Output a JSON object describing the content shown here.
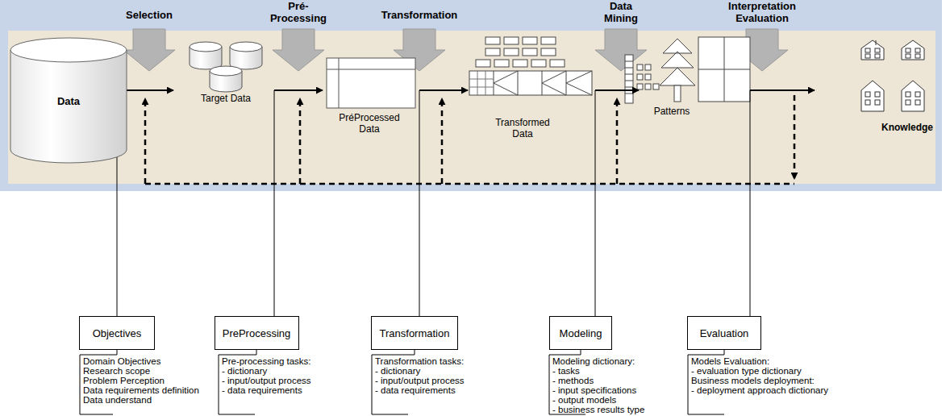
{
  "diagram": {
    "nodes": [
      {
        "text": [
          "Data"
        ]
      },
      {
        "text": [
          "Objectives"
        ]
      },
      {
        "text": [
          "PreProcessing"
        ]
      },
      {
        "text": [
          "Transformation"
        ]
      },
      {
        "text": [
          "Modeling"
        ]
      },
      {
        "text": [
          "Evaluation"
        ]
      }
    ],
    "labels": [
      "Selection",
      "Pré- Processing",
      "Transformation",
      "Data Mining",
      "Interpretation Evaluation",
      "Target Data",
      "PréProcessed Data",
      "Transformed Data",
      "Patterns",
      "Knowledge",
      "Domain Objectives",
      "Research scope",
      "Problem Perception",
      "Data requirements definition",
      "Data understand",
      "Pre-processing tasks:",
      "- dictionary",
      "- input/output process",
      "- data requirements",
      "Transformation tasks:",
      "- dictionary",
      "- input/output process",
      "- data requirements",
      "Modeling dictionary:",
      "- tasks",
      "- methods",
      "- input specifications",
      "- output models",
      "- business results type",
      "Models Evaluation:",
      "- evaluation type dictionary",
      "Business models deployment:",
      "- deployment approach dictionary"
    ]
  }
}
